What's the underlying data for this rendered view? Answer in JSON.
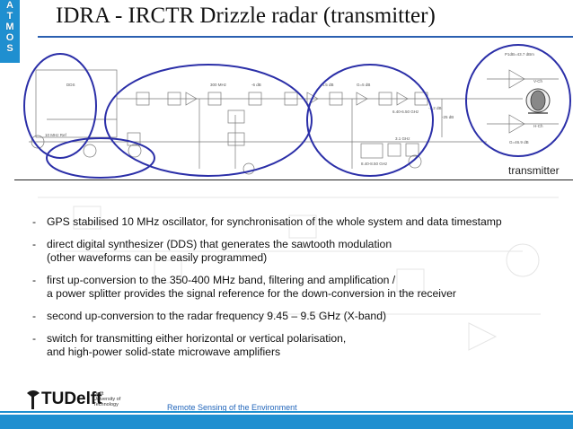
{
  "sidebar": {
    "letters": [
      "A",
      "T",
      "M",
      "O",
      "S"
    ]
  },
  "header": {
    "title": "IDRA - IRCTR Drizzle radar (transmitter)"
  },
  "diagram": {
    "transmitter_label": "transmitter",
    "labels": [
      "DDS",
      "10 MHz Ref",
      "300 MHz",
      "-6 dB",
      "-4.5 dB",
      "G=5 dB",
      "6.40-6.50 GHz",
      "8.40-8.50 GHz",
      "3.1 GHz",
      "-1.2 dB",
      "-25 dB",
      "G=46.9 dB",
      "V-Ch",
      "H-Ch",
      "P1dB=43.7 dBm"
    ]
  },
  "bullets": [
    {
      "line1": "GPS stabilised 10 MHz oscillator, for synchronisation of the whole system and data timestamp",
      "line2": ""
    },
    {
      "line1": "direct digital synthesizer (DDS) that generates the sawtooth modulation",
      "line2": "(other waveforms can be easily programmed)"
    },
    {
      "line1": "first up-conversion to the 350-400 MHz band, filtering and amplification /",
      "line2": "a power splitter provides the signal reference for the down-conversion in the receiver"
    },
    {
      "line1": "second up-conversion to the radar frequency 9.45 – 9.5 GHz (X-band)",
      "line2": ""
    },
    {
      "line1": "switch for transmitting either horizontal or vertical polarisation,",
      "line2": "and high-power solid-state microwave amplifiers"
    }
  ],
  "footer": {
    "logo_text": "TUDelft",
    "logo_small": [
      "Delft",
      "University of",
      "Technology"
    ],
    "caption": "Remote Sensing of the Environment"
  },
  "colors": {
    "accent": "#1f8fd0",
    "ellipse": "#2b2fa8",
    "footer_text": "#2266bb"
  }
}
